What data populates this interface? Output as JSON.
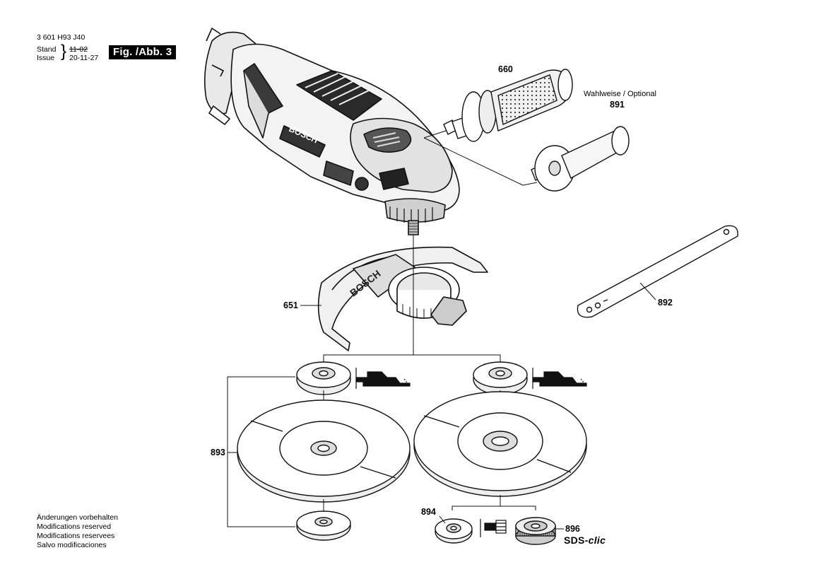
{
  "header": {
    "doc_number": "3 601 H93 J40",
    "stand_label": "Stand",
    "issue_label": "Issue",
    "old_date": "11-02",
    "new_date": "20-11-27",
    "figure_label": "Fig. /Abb. 3"
  },
  "parts": {
    "p660": "660",
    "p891": "891",
    "p891_note": "Wahlweise / Optional",
    "p651": "651",
    "p892": "892",
    "p893": "893",
    "p894": "894",
    "p896": "896",
    "sds_prefix": "SDS-",
    "sds_suffix": "clic"
  },
  "tool_logo": "BOSCH",
  "footer": {
    "line1": "Änderungen vorbehalten",
    "line2": "Modifications reserved",
    "line3": "Modifications reservees",
    "line4": "Salvo modificaciones"
  }
}
